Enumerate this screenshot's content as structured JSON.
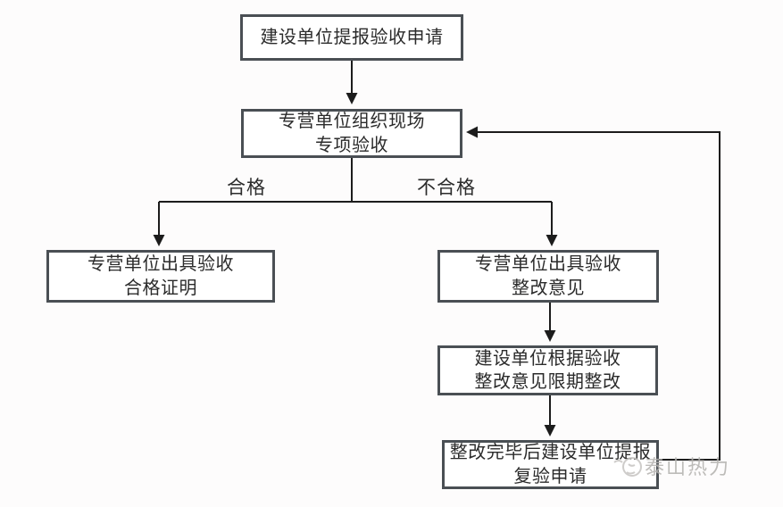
{
  "flowchart": {
    "nodes": [
      {
        "id": "apply",
        "lines": [
          "建设单位提报验收申请"
        ]
      },
      {
        "id": "inspect",
        "lines": [
          "专营单位组织现场",
          "专项验收"
        ]
      },
      {
        "id": "pass",
        "lines": [
          "专营单位出具验收",
          "合格证明"
        ]
      },
      {
        "id": "fail",
        "lines": [
          "专营单位出具验收",
          "整改意见"
        ]
      },
      {
        "id": "rectify",
        "lines": [
          "建设单位根据验收",
          "整改意见限期整改"
        ]
      },
      {
        "id": "reapply",
        "lines": [
          "整改完毕后建设单位提报",
          "复验申请"
        ]
      }
    ],
    "edges": [
      {
        "from": "apply",
        "to": "inspect",
        "label": ""
      },
      {
        "from": "inspect",
        "to": "pass",
        "label": "合格"
      },
      {
        "from": "inspect",
        "to": "fail",
        "label": "不合格"
      },
      {
        "from": "fail",
        "to": "rectify",
        "label": ""
      },
      {
        "from": "rectify",
        "to": "reapply",
        "label": ""
      },
      {
        "from": "reapply",
        "to": "inspect",
        "label": ""
      }
    ],
    "edge_labels": {
      "pass": "合格",
      "fail": "不合格"
    },
    "watermark": {
      "text": "泰山热力"
    }
  },
  "colors": {
    "background": "#fdfcfc",
    "box_border": "#4a4f54",
    "box_fill": "#ffffff",
    "text": "#2b2b2b",
    "line": "#1c1c1c",
    "watermark": "#b3b1ae"
  }
}
